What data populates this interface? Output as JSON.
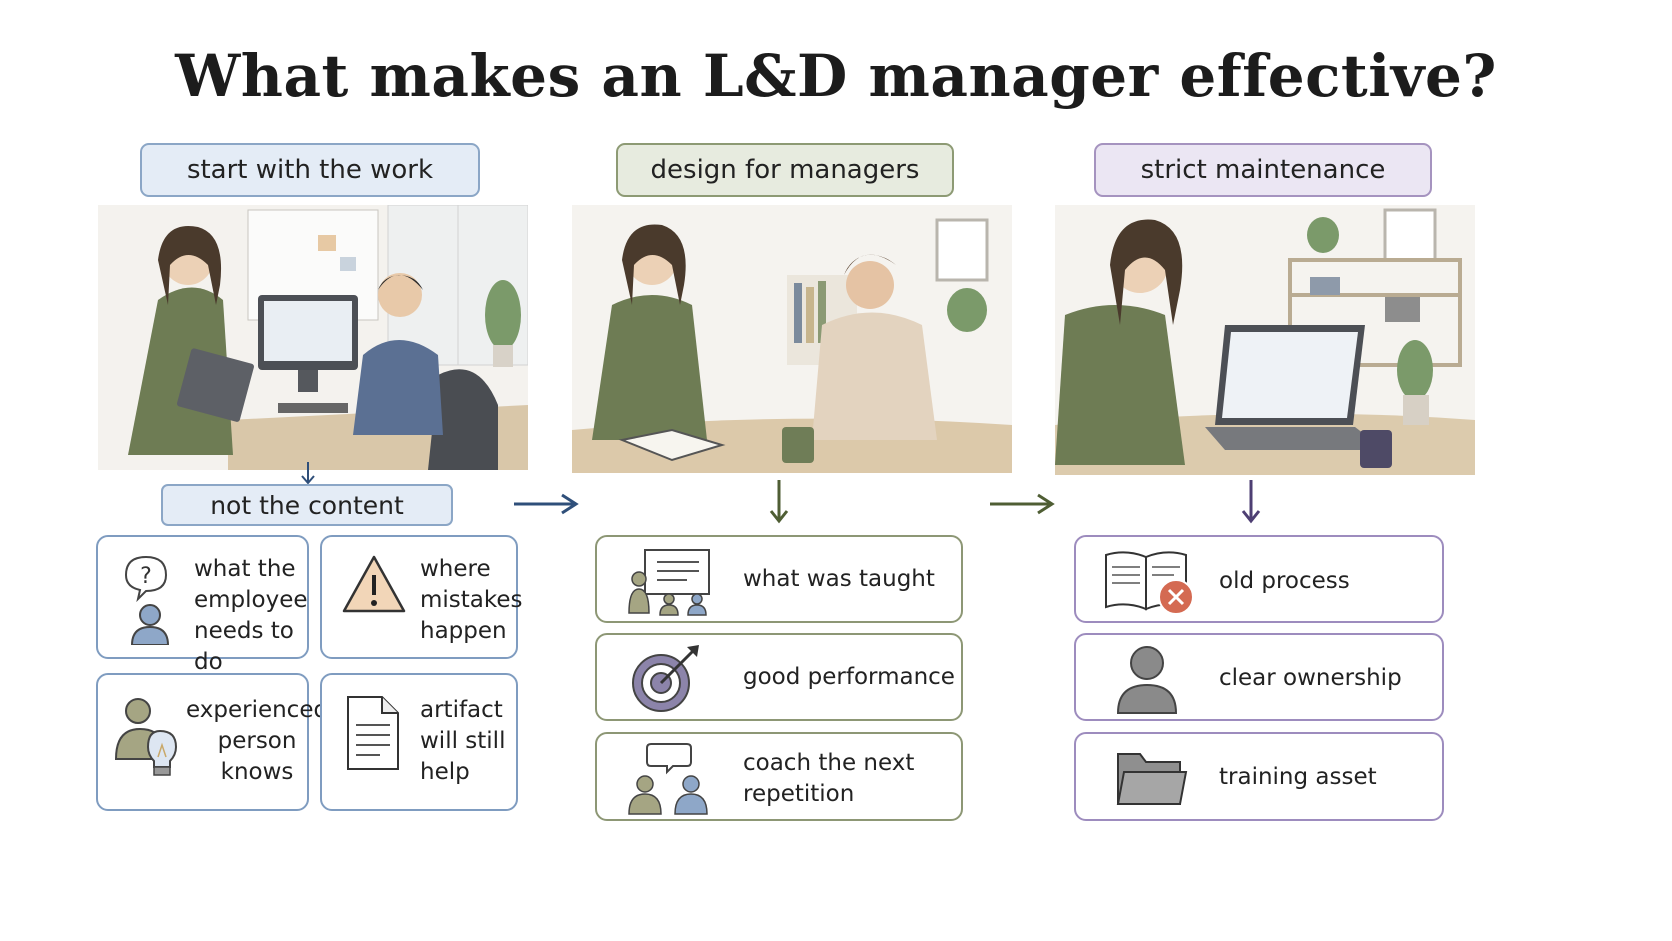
{
  "title": "What makes an L&D manager effective?",
  "columns": [
    {
      "header": "start with the work",
      "subheader": "not the content",
      "cards": [
        {
          "icon": "question-person-icon",
          "text": "what the\nemployee\nneeds to do"
        },
        {
          "icon": "warning-icon",
          "text": "where\nmistakes\nhappen"
        },
        {
          "icon": "person-lightbulb-icon",
          "text": "experienced\nperson\nknows"
        },
        {
          "icon": "document-icon",
          "text": "artifact\nwill still\nhelp"
        }
      ]
    },
    {
      "header": "design for managers",
      "cards": [
        {
          "icon": "presentation-icon",
          "text": "what was taught"
        },
        {
          "icon": "target-icon",
          "text": "good performance"
        },
        {
          "icon": "conversation-icon",
          "text": "coach the next\nrepetition"
        }
      ]
    },
    {
      "header": "strict maintenance",
      "cards": [
        {
          "icon": "book-x-icon",
          "text": "old process"
        },
        {
          "icon": "person-icon",
          "text": "clear ownership"
        },
        {
          "icon": "folder-icon",
          "text": "training asset"
        }
      ]
    }
  ],
  "colors": {
    "blue": "#2f4f7a",
    "green": "#4f5e34",
    "purple": "#4e3f73"
  }
}
